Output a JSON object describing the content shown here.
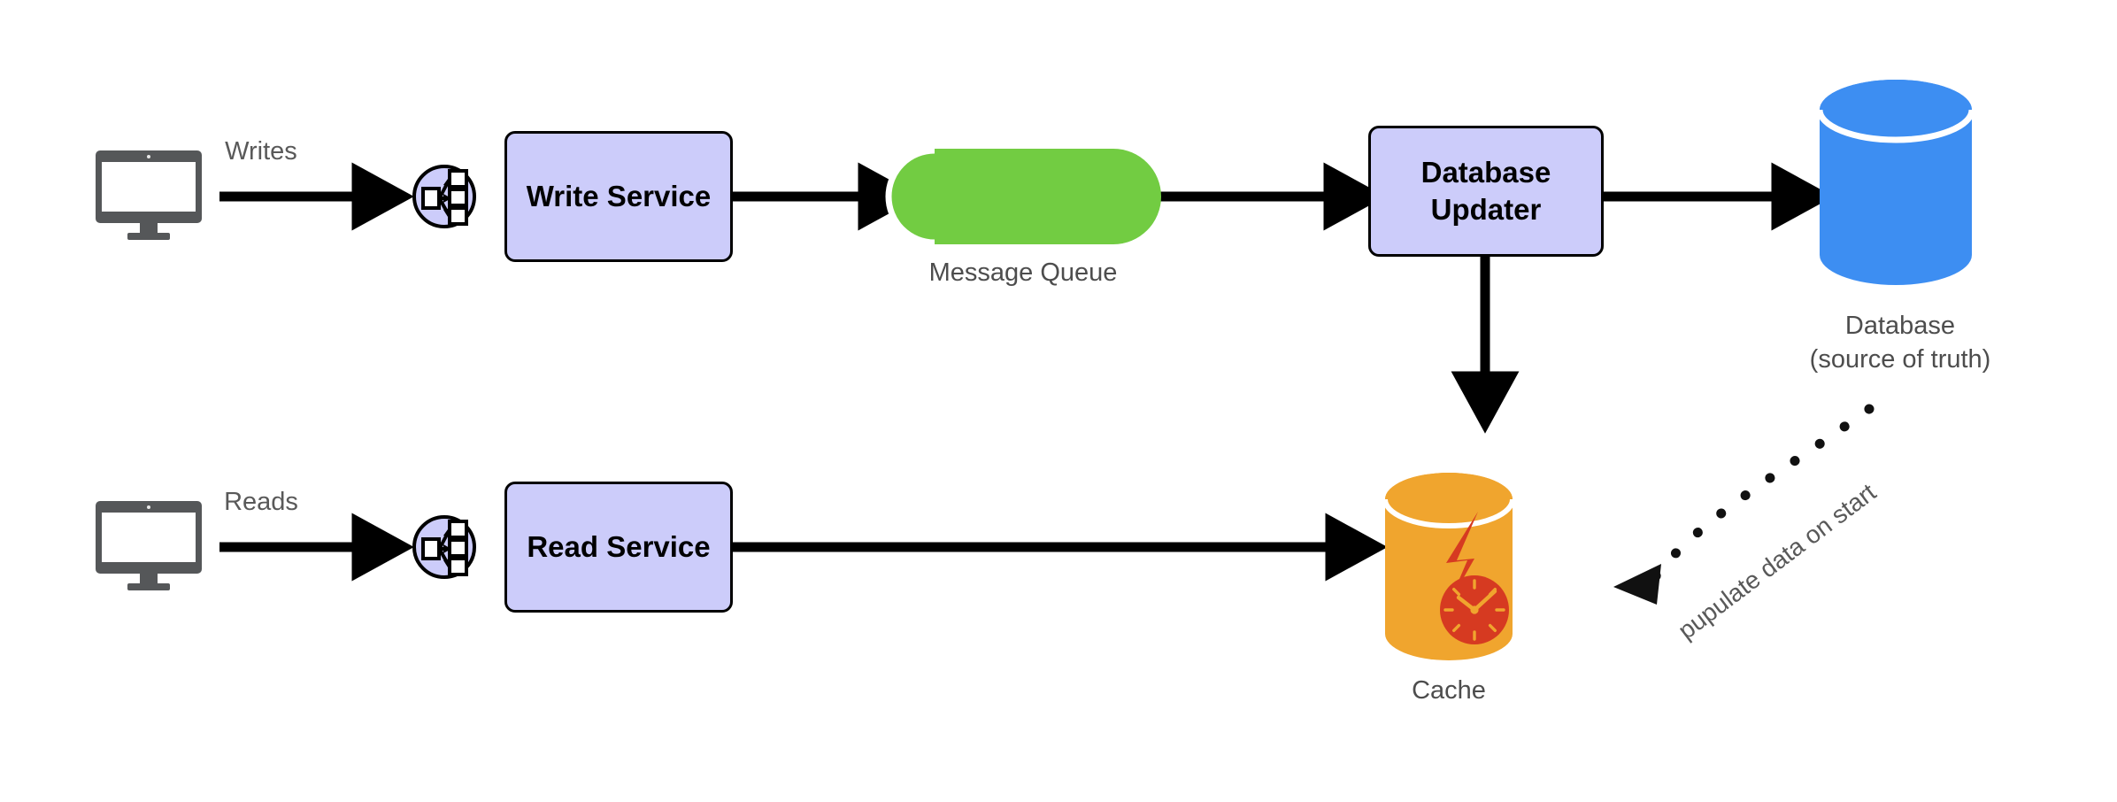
{
  "diagram": {
    "title": "Write/Read service architecture with message queue, database and cache",
    "background": "#ffffff",
    "colors": {
      "service_fill": "#ccccfa",
      "service_stroke": "#000000",
      "queue_fill": "#72cc42",
      "database_fill": "#3d8ef2",
      "cache_fill": "#f0a52e",
      "cache_accent": "#d63a21",
      "monitor": "#555759",
      "arrow": "#000000",
      "label_text": "#4d4d4d"
    }
  },
  "nodes": {
    "write_client": {
      "name": "write-client-monitor",
      "icon": "monitor-icon"
    },
    "write_lb": {
      "name": "write-load-balancer",
      "icon": "load-balancer-icon"
    },
    "write_service": {
      "label": "Write Service"
    },
    "message_queue": {
      "label": "Message Queue",
      "icon": "queue-cylinder-icon"
    },
    "database_updater": {
      "label": "Database\nUpdater"
    },
    "database": {
      "label": "Database\n(source of truth)",
      "icon": "database-cylinder-icon"
    },
    "read_client": {
      "name": "read-client-monitor",
      "icon": "monitor-icon"
    },
    "read_lb": {
      "name": "read-load-balancer",
      "icon": "load-balancer-icon"
    },
    "read_service": {
      "label": "Read Service"
    },
    "cache": {
      "label": "Cache",
      "icon": "cache-cylinder-icon"
    }
  },
  "edges": {
    "writes": {
      "label": "Writes",
      "from": "write_client",
      "to": "write_lb"
    },
    "write_to_queue": {
      "label": "",
      "from": "write_service",
      "to": "message_queue"
    },
    "queue_to_updater": {
      "label": "",
      "from": "message_queue",
      "to": "database_updater"
    },
    "updater_to_database": {
      "label": "",
      "from": "database_updater",
      "to": "database"
    },
    "updater_to_cache": {
      "label": "",
      "from": "database_updater",
      "to": "cache"
    },
    "reads": {
      "label": "Reads",
      "from": "read_client",
      "to": "read_lb"
    },
    "read_to_cache": {
      "label": "",
      "from": "read_service",
      "to": "cache"
    },
    "populate": {
      "label": "pupulate data on start",
      "from": "database",
      "to": "cache",
      "style": "dotted"
    }
  }
}
